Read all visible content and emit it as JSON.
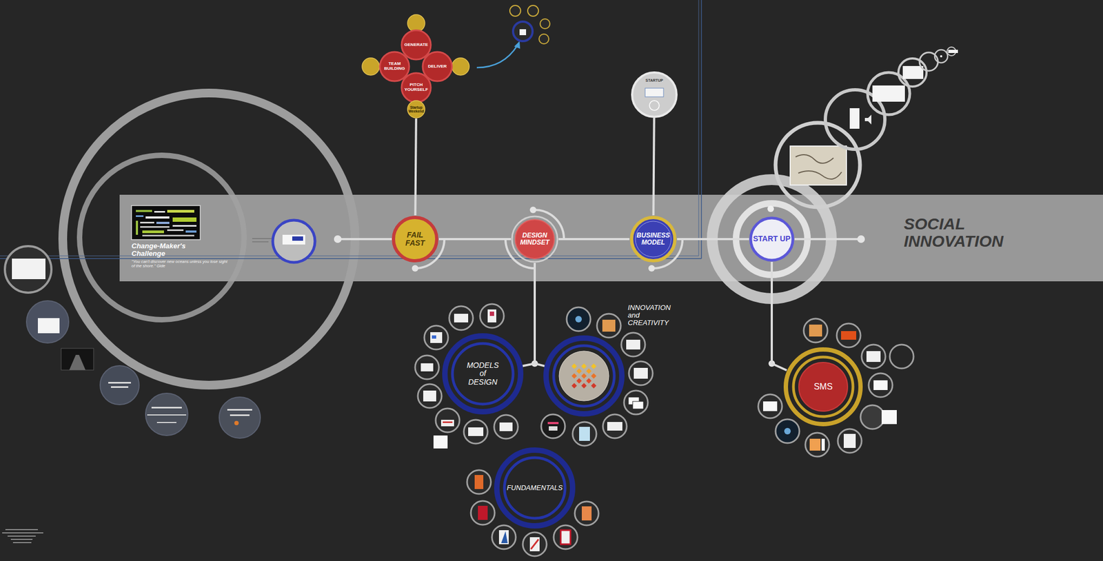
{
  "diagram": {
    "nodes": [
      {
        "text": [
          "Change-Maker's Challenge",
          "\"You can't discover new oceans unless you lose sight of the shore.\" Gide"
        ]
      },
      {
        "text": [
          "FAIL FAST"
        ]
      },
      {
        "text": [
          "DESIGN MINDSET"
        ]
      },
      {
        "text": [
          "BUSINESS MODEL"
        ]
      },
      {
        "text": [
          "START UP"
        ]
      },
      {
        "text": [
          "GENERATE"
        ]
      },
      {
        "text": [
          "TEAM BUILDING"
        ]
      },
      {
        "text": [
          "DELIVER"
        ]
      },
      {
        "text": [
          "PITCH YOURSELF"
        ]
      },
      {
        "text": [
          "Startup Weekend"
        ]
      },
      {
        "text": [
          "STARTUP"
        ]
      },
      {
        "text": [
          "MODELS of DESIGN"
        ]
      },
      {
        "text": [
          "INNOVATION and CREATIVITY"
        ]
      },
      {
        "text": [
          "FUNDAMENTALS"
        ]
      },
      {
        "text": [
          "SMS"
        ]
      }
    ],
    "edges": [
      {
        "from": 1,
        "to": 2,
        "arrow": "none"
      },
      {
        "from": 2,
        "to": 3,
        "arrow": "none"
      },
      {
        "from": 3,
        "to": 4,
        "arrow": "none"
      },
      {
        "from": 1,
        "to": 9,
        "arrow": "none"
      },
      {
        "from": 3,
        "to": 10,
        "arrow": "none"
      },
      {
        "from": 2,
        "to": 11,
        "arrow": "none"
      },
      {
        "from": 2,
        "to": 12,
        "arrow": "none"
      },
      {
        "from": 4,
        "to": 14,
        "arrow": "none"
      }
    ],
    "labels": [
      "SOCIAL INNOVATION"
    ]
  }
}
